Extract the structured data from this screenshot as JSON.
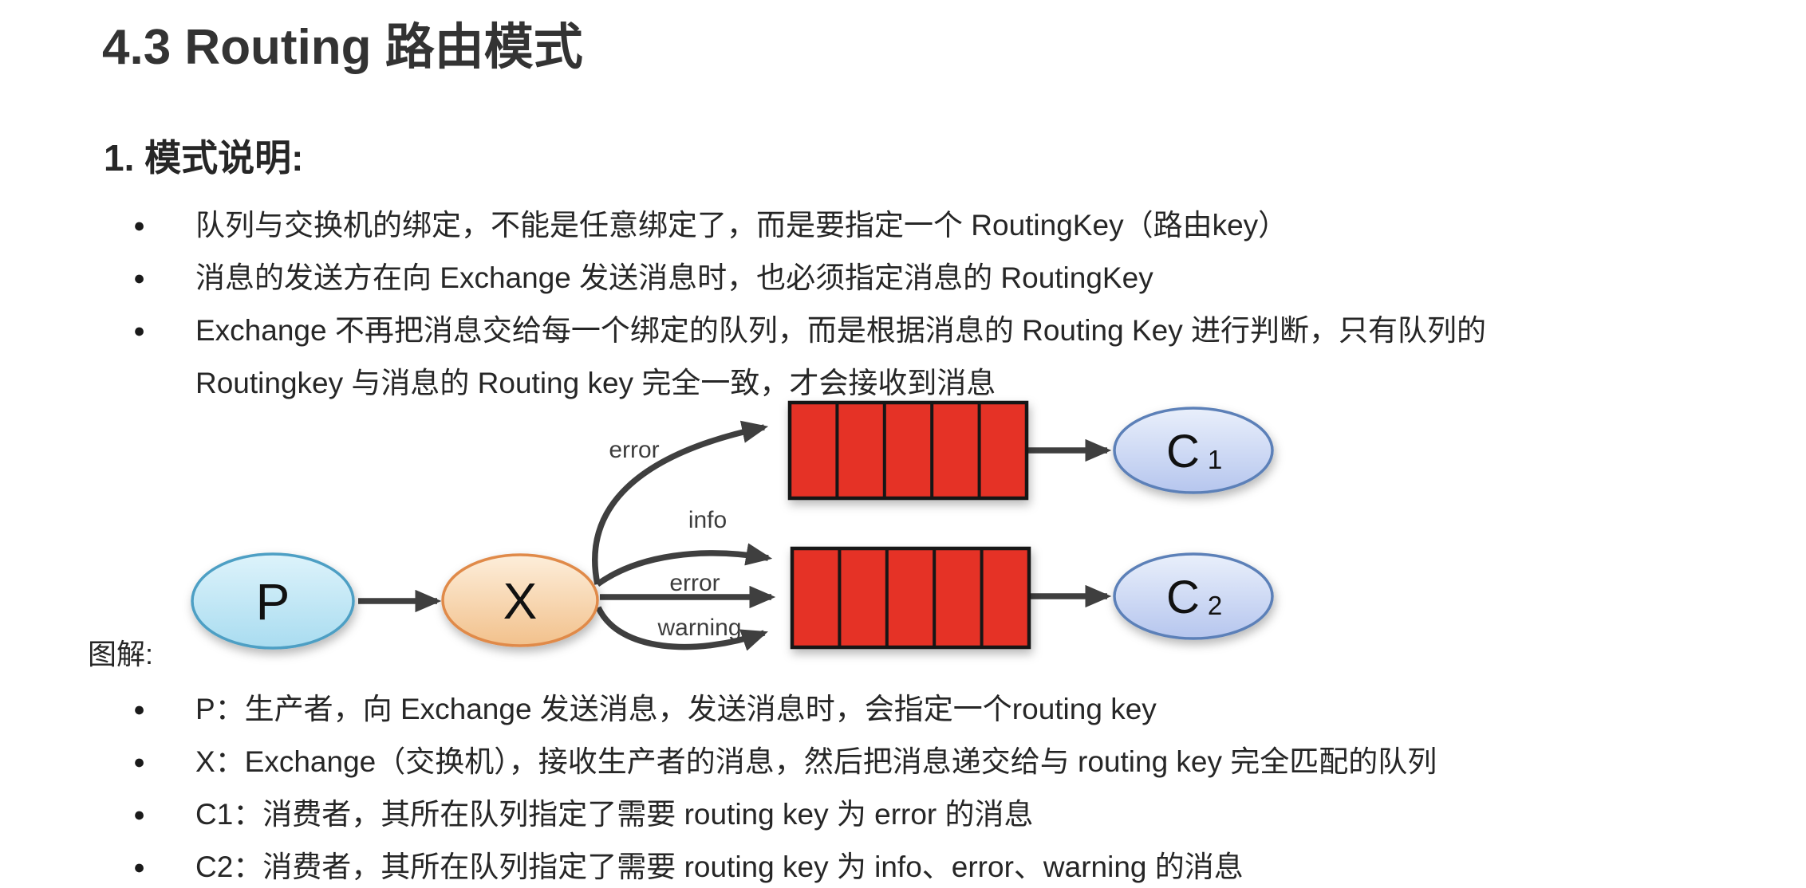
{
  "page": {
    "title": "4.3 Routing 路由模式",
    "section_heading": "1. 模式说明:",
    "mode_bullets": [
      "队列与交换机的绑定，不能是任意绑定了，而是要指定一个 RoutingKey（路由key）",
      "消息的发送方在向 Exchange 发送消息时，也必须指定消息的 RoutingKey",
      "Exchange 不再把消息交给每一个绑定的队列，而是根据消息的 Routing Key 进行判断，只有队列的 Routingkey 与消息的 Routing key 完全一致，才会接收到消息"
    ],
    "diagram_caption": "图解:",
    "legend_bullets": [
      "P：生产者，向 Exchange 发送消息，发送消息时，会指定一个routing key",
      "X：Exchange（交换机），接收生产者的消息，然后把消息递交给与 routing key 完全匹配的队列",
      "C1：消费者，其所在队列指定了需要 routing key 为 error 的消息",
      "C2：消费者，其所在队列指定了需要 routing key 为 info、error、warning 的消息"
    ]
  },
  "diagram": {
    "producer_label": "P",
    "exchange_label": "X",
    "consumers": [
      {
        "label": "C",
        "sub": "1"
      },
      {
        "label": "C",
        "sub": "2"
      }
    ],
    "edge_labels": [
      "error",
      "info",
      "error",
      "warning"
    ],
    "queue_cells": 5,
    "colors": {
      "producer_fill_top": "#ddf3fb",
      "producer_fill_bottom": "#a9dcf0",
      "producer_stroke": "#4e9fc4",
      "exchange_fill_top": "#fdeeda",
      "exchange_fill_bottom": "#f2c18c",
      "exchange_stroke": "#e08a4a",
      "consumer_fill_top": "#e9effb",
      "consumer_fill_bottom": "#b6c6ee",
      "consumer_stroke": "#5c80b8",
      "queue_fill": "#e53327",
      "queue_stroke": "#141414",
      "arrow": "#3f3f3f",
      "text": "#262626"
    }
  }
}
